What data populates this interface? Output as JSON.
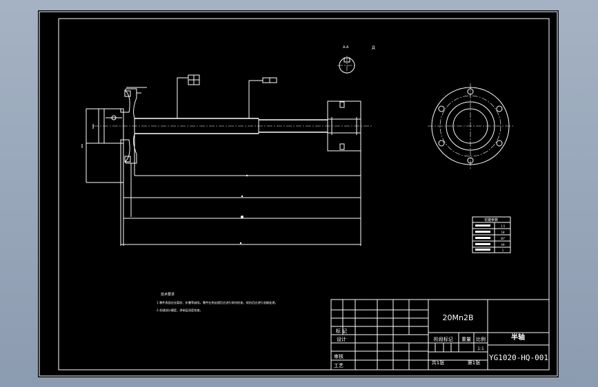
{
  "drawing": {
    "material": "20Mn2B",
    "part_name": "半轴",
    "drawing_number": "YG1020-HQ-001",
    "scale": "1:1",
    "sheet_total": "共1张",
    "sheet_index": "第1张",
    "header_stage_mark": "阶段标记",
    "header_weight": "重量",
    "header_scale": "比例",
    "row_marks": "标 记",
    "row_designer": "设计",
    "row_checker": "审核",
    "row_process": "工艺",
    "section_label": "A-A",
    "tech_requirements_title": "技术要求",
    "tech_requirements_line1": "1.零件表面应无裂纹、折叠等缺陷，零件在热处理后应进行探伤检查，探伤后应进行退磁处理，",
    "tech_requirements_line2": "2.花键部分硬度，渗碳层深度检查。",
    "spline_table_title": "花键参数",
    "spline_table_values": [
      "1.5",
      "18",
      "30°",
      "h9",
      "1"
    ]
  },
  "colors": {
    "background": "#000000",
    "line": "#ffffff",
    "frame": "#a5b2c4"
  }
}
